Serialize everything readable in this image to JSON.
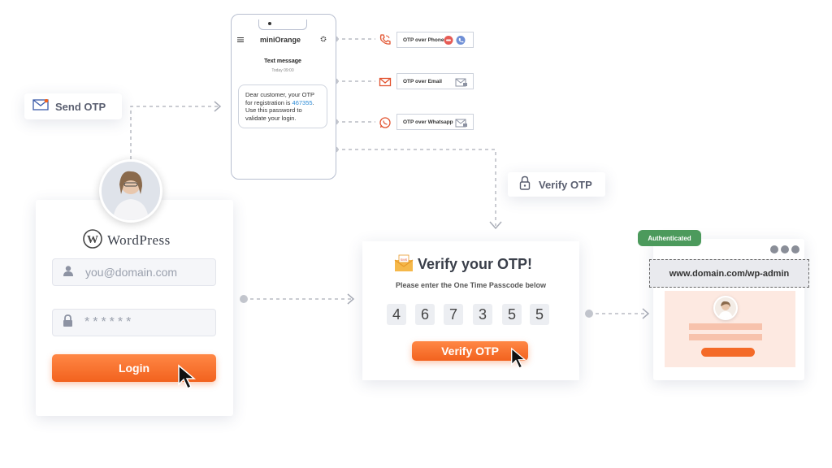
{
  "send_otp": {
    "label": "Send OTP",
    "icon": "envelope-icon"
  },
  "login": {
    "brand_word": "WordPress",
    "email_placeholder": "you@domain.com",
    "password_mask": "******",
    "button_label": "Login"
  },
  "phone": {
    "brand": "miniOrange",
    "message_title": "Text message",
    "message_date": "Today 09:00",
    "message_pre": "Dear customer, your OTP for registration is ",
    "message_code": "467355",
    "message_post": ". Use this password to validate your login."
  },
  "channels": [
    {
      "label": "OTP over Phone",
      "icon": "phone-icon"
    },
    {
      "label": "OTP over Email",
      "icon": "email-icon"
    },
    {
      "label": "OTP over Whatsapp",
      "icon": "whatsapp-icon"
    }
  ],
  "verify_tag": {
    "label": "Verify OTP",
    "icon": "lock-icon"
  },
  "verify": {
    "title": "Verify your OTP!",
    "subtitle": "Please enter the One Time Passcode below",
    "digits": [
      "4",
      "6",
      "7",
      "3",
      "5",
      "5"
    ],
    "button_label": "Verify OTP"
  },
  "browser": {
    "badge": "Authenticated",
    "url": "www.domain.com/wp-admin"
  },
  "colors": {
    "accent": "#f2621e",
    "success": "#4c9a5c",
    "link": "#2d8bd6"
  }
}
